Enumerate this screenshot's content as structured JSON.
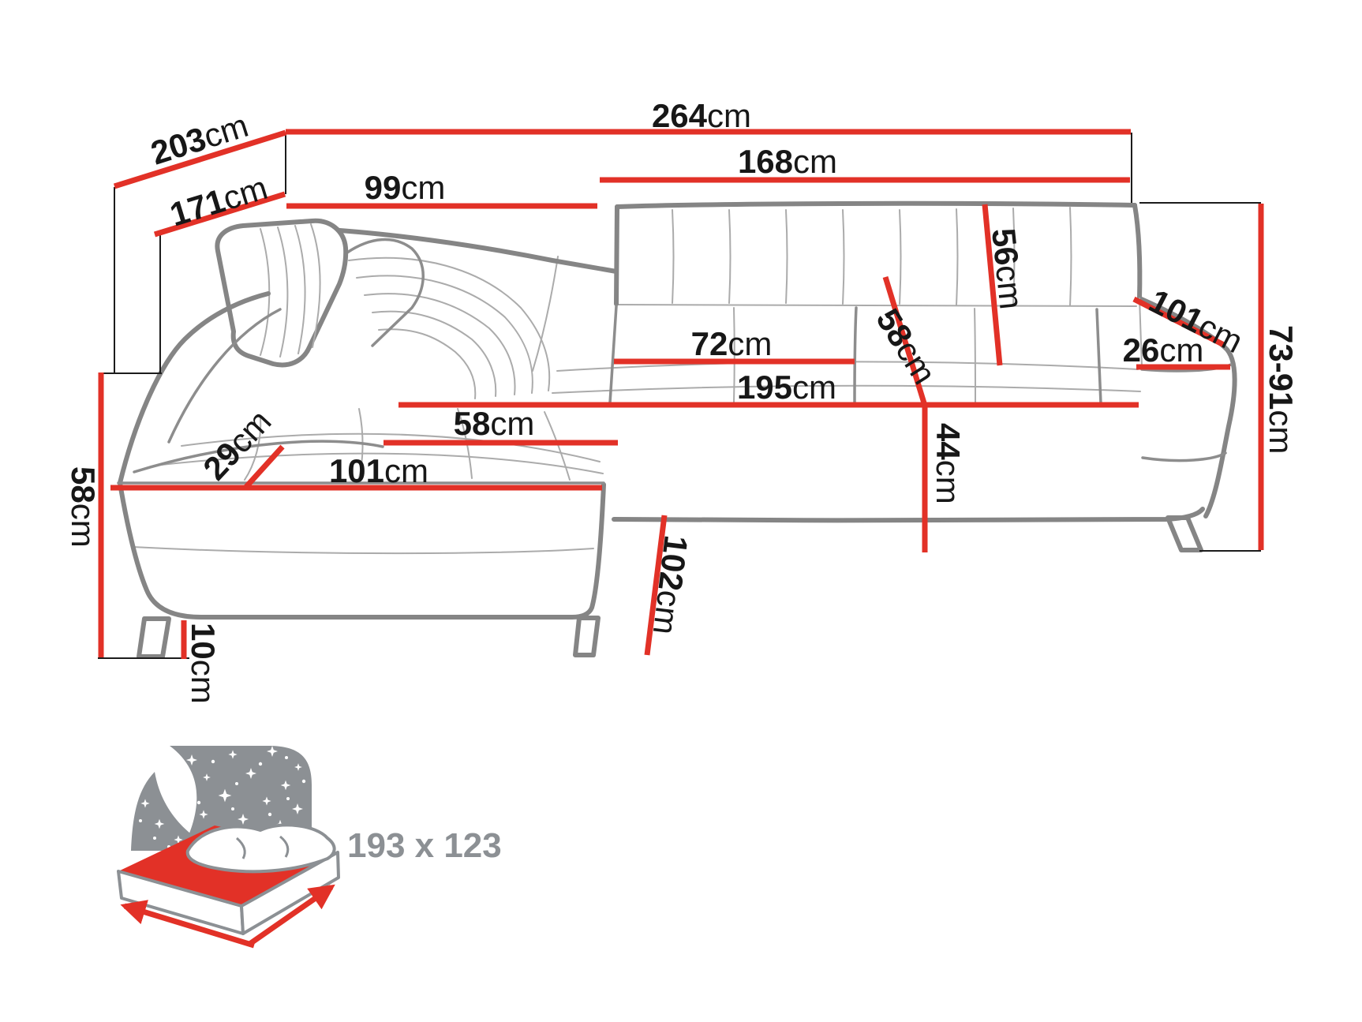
{
  "title": "Corner sofa dimensions diagram",
  "colors": {
    "dimension_line_red": "#e23127",
    "sofa_outline_gray": "#858585",
    "label_black": "#171717",
    "bed_icon_gray": "#8c9094"
  },
  "dimensions": {
    "total_width": {
      "value": "264",
      "unit": "cm"
    },
    "total_depth": {
      "value": "203",
      "unit": "cm"
    },
    "inner_depth": {
      "value": "171",
      "unit": "cm"
    },
    "left_back_width": {
      "value": "99",
      "unit": "cm"
    },
    "right_back_width": {
      "value": "168",
      "unit": "cm"
    },
    "backrest_height": {
      "value": "56",
      "unit": "cm"
    },
    "armrest_length": {
      "value": "101",
      "unit": "cm"
    },
    "armrest_width": {
      "value": "26",
      "unit": "cm"
    },
    "total_height_range": {
      "value": "73-91",
      "unit": "cm"
    },
    "seat_section_width": {
      "value": "72",
      "unit": "cm"
    },
    "seat_length": {
      "value": "195",
      "unit": "cm"
    },
    "seat_depth_back": {
      "value": "58",
      "unit": "cm"
    },
    "seat_height": {
      "value": "44",
      "unit": "cm"
    },
    "chaise_seat_width": {
      "value": "58",
      "unit": "cm"
    },
    "chaise_length": {
      "value": "101",
      "unit": "cm"
    },
    "chaise_arm_width": {
      "value": "29",
      "unit": "cm"
    },
    "base_height": {
      "value": "58",
      "unit": "cm"
    },
    "leg_height": {
      "value": "10",
      "unit": "cm"
    },
    "chaise_depth": {
      "value": "102",
      "unit": "cm"
    }
  },
  "sleeping_area": {
    "size_label": "193 x 123"
  }
}
